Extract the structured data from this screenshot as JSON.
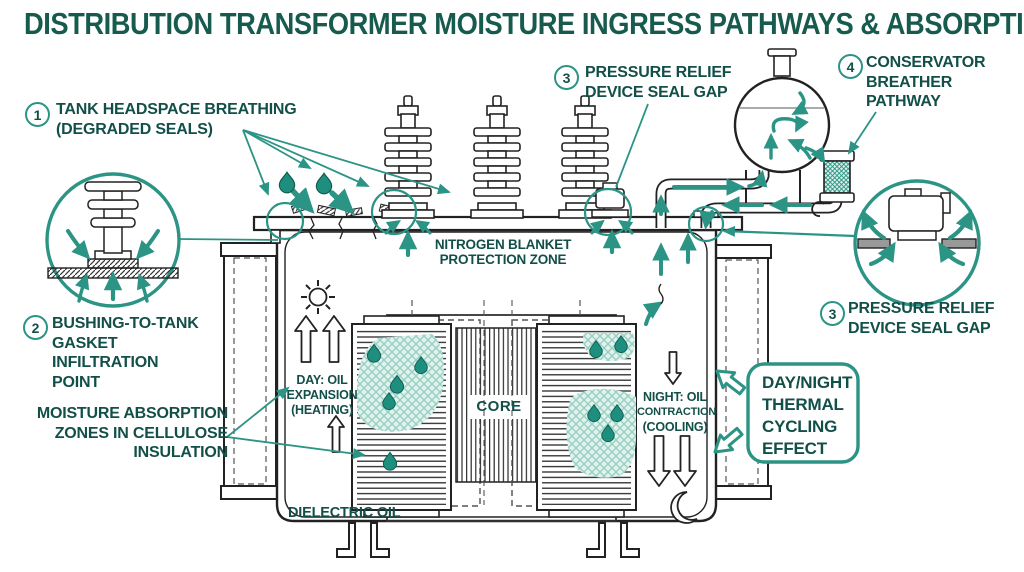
{
  "title": "DISTRIBUTION TRANSFORMER MOISTURE INGRESS PATHWAYS & ABSORPTION",
  "callouts": {
    "tank_headspace": {
      "number": "1",
      "line1": "TANK HEADSPACE BREATHING",
      "line2": "(DEGRADED SEALS)"
    },
    "bushing_gasket": {
      "number": "2",
      "line1": "BUSHING-TO-TANK",
      "line2": "GASKET",
      "line3": "INFILTRATION",
      "line4": "POINT"
    },
    "prd_top": {
      "number": "3",
      "line1": "PRESSURE RELIEF",
      "line2": "DEVICE SEAL GAP"
    },
    "conservator": {
      "number": "4",
      "line1": "CONSERVATOR",
      "line2": "BREATHER",
      "line3": "PATHWAY"
    },
    "prd_right": {
      "number": "3",
      "line1": "PRESSURE RELIEF",
      "line2": "DEVICE SEAL GAP"
    }
  },
  "labels": {
    "moisture1": "MOISTURE ABSORPTION",
    "moisture2": "ZONES IN CELLULOSE",
    "moisture3": "INSULATION",
    "nitrogen1": "NITROGEN BLANKET",
    "nitrogen2": "PROTECTION ZONE",
    "core": "CORE",
    "day1": "DAY: OIL",
    "day2": "EXPANSION",
    "day3": "(HEATING)",
    "night1": "NIGHT: OIL",
    "night2": "CONTRACTION",
    "night3": "(COOLING)",
    "thermal1": "DAY/NIGHT",
    "thermal2": "THERMAL",
    "thermal3": "CYCLING",
    "thermal4": "EFFECT",
    "dielectric": "DIELECTRIC OIL"
  },
  "colors": {
    "accent": "#2b9485",
    "text": "#134f49",
    "droplet": "#1e8e7e",
    "moisture_zone": "#9fd2c6",
    "line_art": "#222222"
  }
}
